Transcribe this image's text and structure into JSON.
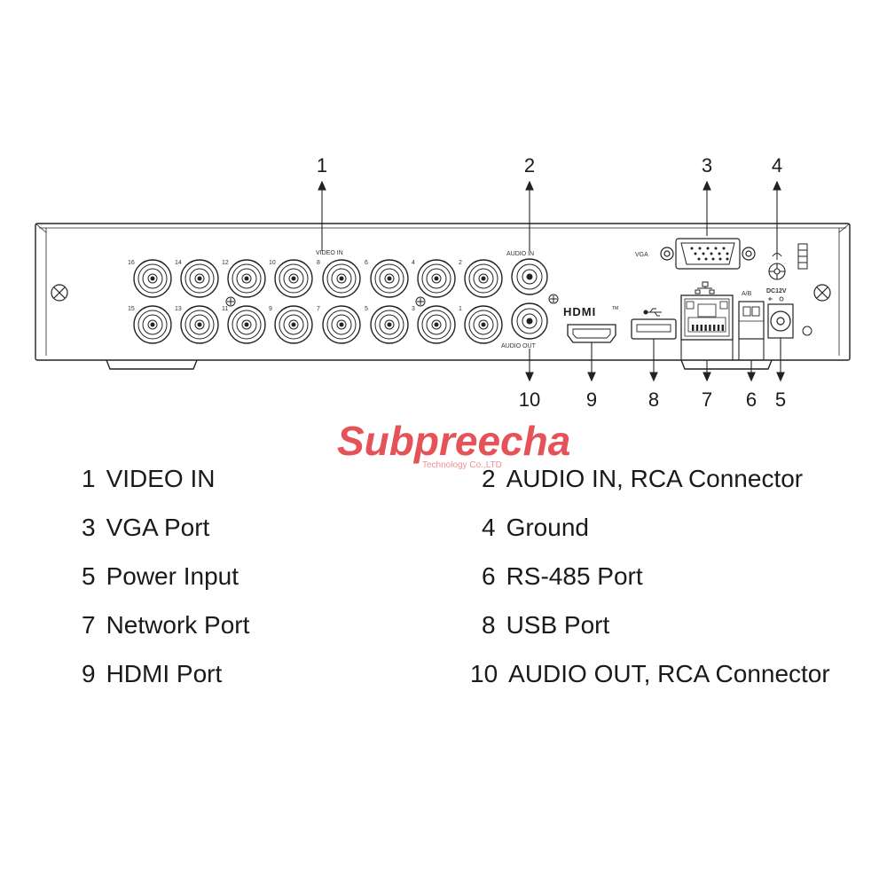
{
  "panel_labels": {
    "video_in": "VIDEO IN",
    "audio_in": "AUDIO IN",
    "audio_out": "AUDIO OUT",
    "vga": "VGA",
    "hdmi": "HDMI",
    "tm": "TM",
    "ab": "A/B",
    "dc": "DC12V"
  },
  "bnc_top_numbers": [
    "16",
    "14",
    "12",
    "10",
    "8",
    "6",
    "4",
    "2"
  ],
  "bnc_bottom_numbers": [
    "15",
    "13",
    "11",
    "9",
    "7",
    "5",
    "3",
    "1"
  ],
  "callouts": [
    "1",
    "2",
    "3",
    "4",
    "5",
    "6",
    "7",
    "8",
    "9",
    "10"
  ],
  "watermark": {
    "main": "Subpreecha",
    "sub": "Technology Co.,LTD",
    "color": "#e0343a"
  },
  "legend": [
    {
      "num": "1",
      "text": "VIDEO IN"
    },
    {
      "num": "2",
      "text": "AUDIO IN, RCA Connector"
    },
    {
      "num": "3",
      "text": "VGA Port"
    },
    {
      "num": "4",
      "text": "Ground"
    },
    {
      "num": "5",
      "text": "Power Input"
    },
    {
      "num": "6",
      "text": "RS-485 Port"
    },
    {
      "num": "7",
      "text": "Network Port"
    },
    {
      "num": "8",
      "text": "USB Port"
    },
    {
      "num": "9",
      "text": "HDMI Port"
    },
    {
      "num": "10",
      "text": "AUDIO OUT, RCA Connector"
    }
  ]
}
